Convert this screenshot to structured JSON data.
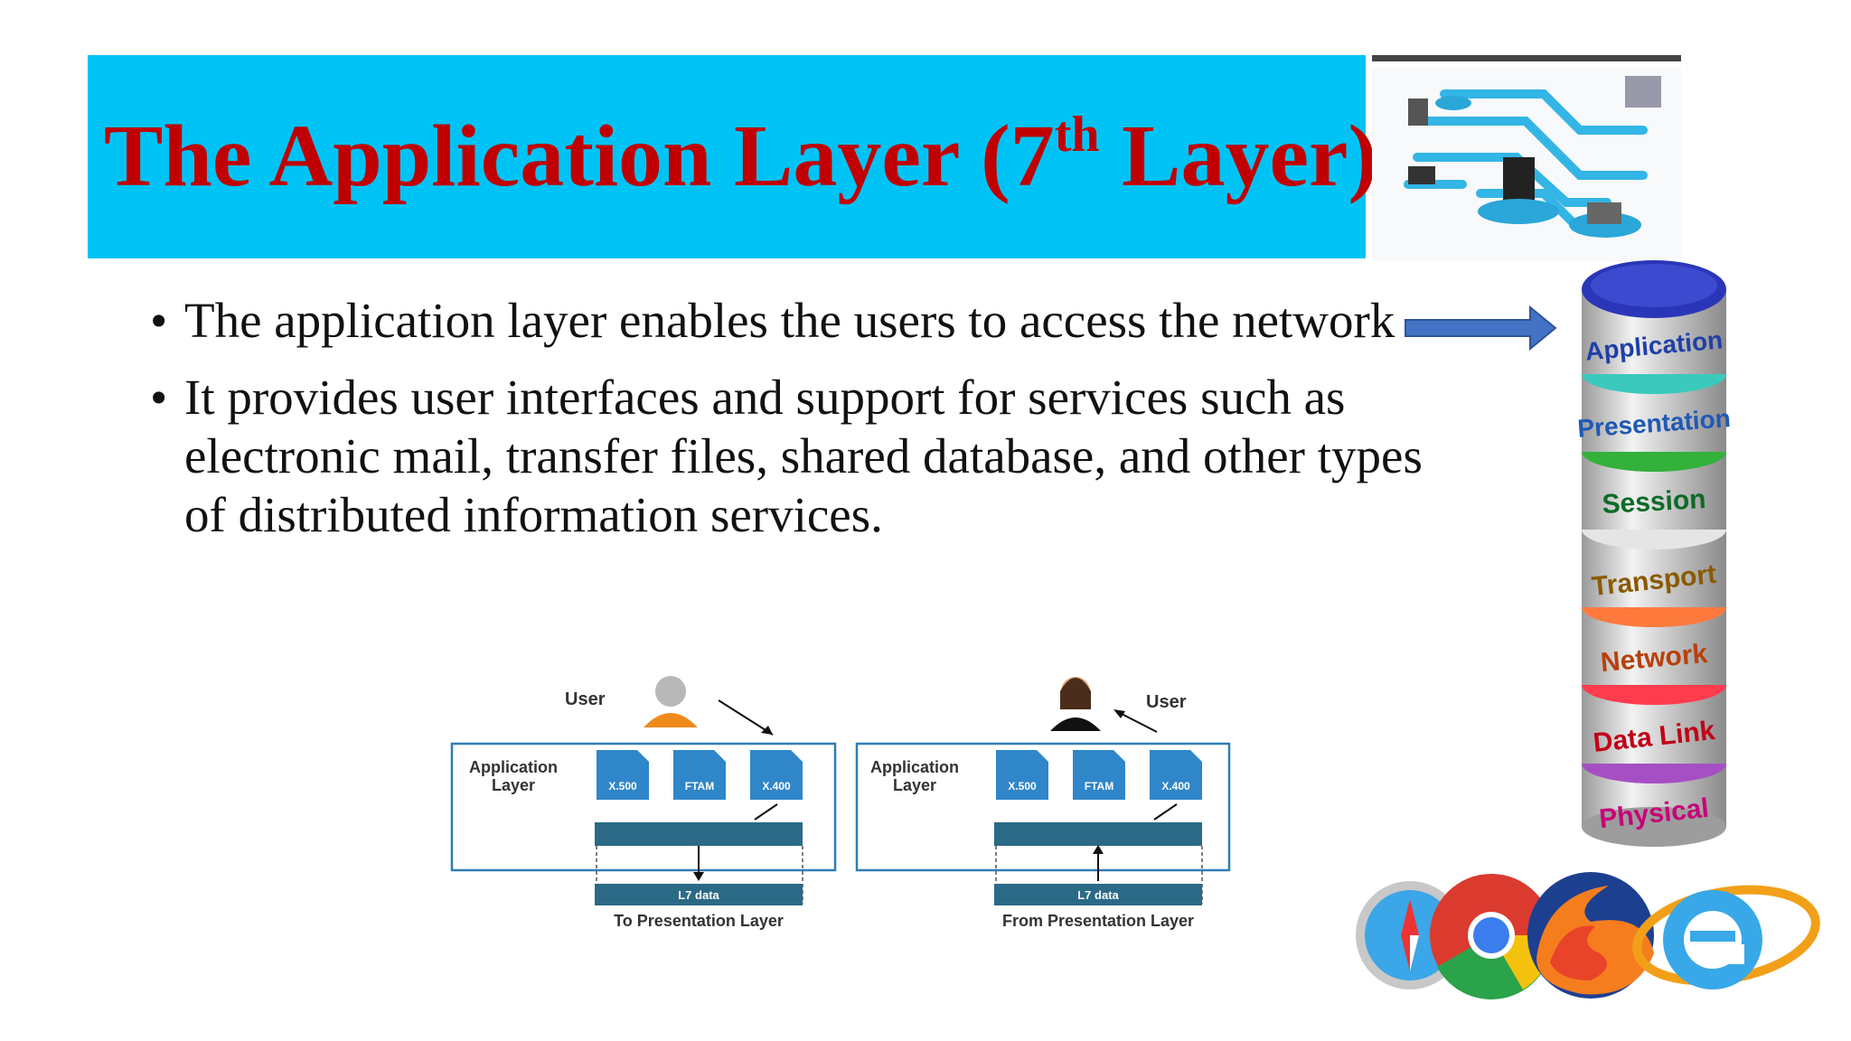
{
  "slide": {
    "title_main": "The Application Layer (7",
    "title_sup": "th",
    "title_end": " Layer)",
    "bullets": [
      "The application layer enables the users to access the network",
      "It provides user interfaces and support for services such as electronic mail, transfer files, shared database, and other types of distributed information services."
    ],
    "bullet_symbol": "•"
  },
  "osi_stack": {
    "layers": [
      "Application",
      "Presentation",
      "Session",
      "Transport",
      "Network",
      "Data Link",
      "Physical"
    ]
  },
  "diagram": {
    "user_label": "User",
    "layer_label_line1": "Application",
    "layer_label_line2": "Layer",
    "files": [
      "X.500",
      "FTAM",
      "X.400"
    ],
    "data_label": "L7 data",
    "left_caption": "To Presentation Layer",
    "right_caption": "From Presentation Layer"
  },
  "colors": {
    "title_bg": "#00c3f5",
    "title_text": "#c00000",
    "arrow": "#4472c4",
    "diagram_blue": "#2f7db6",
    "diagram_bar": "#2b6a86"
  },
  "icons": [
    "network-icon",
    "arrow-right-icon",
    "user-male-icon",
    "user-female-icon",
    "safari-icon",
    "chrome-icon",
    "firefox-icon",
    "ie-icon"
  ]
}
